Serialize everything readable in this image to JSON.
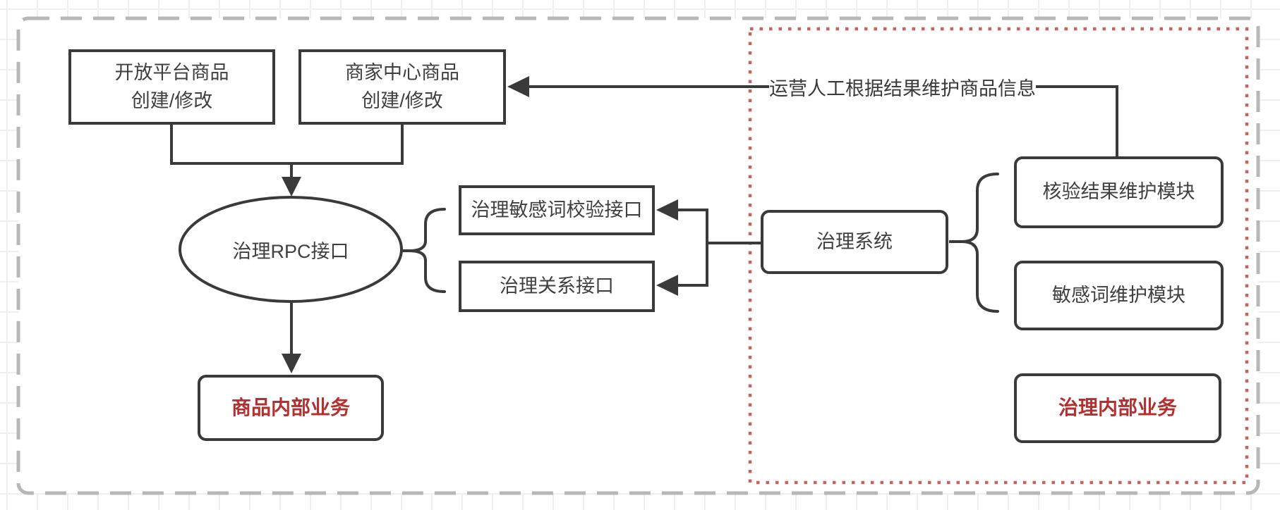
{
  "diagram": {
    "nodes": {
      "open_platform": {
        "label": "开放平台商品\n创建/修改"
      },
      "merchant_center": {
        "label": "商家中心商品\n创建/修改"
      },
      "rpc_ellipse": {
        "label": "治理RPC接口"
      },
      "sensitive_api": {
        "label": "治理敏感词校验接口"
      },
      "relation_api": {
        "label": "治理关系接口"
      },
      "governance_system": {
        "label": "治理系统"
      },
      "verify_module": {
        "label": "核验结果维护模块"
      },
      "sensitive_module": {
        "label": "敏感词维护模块"
      },
      "governance_internal": {
        "label": "治理内部业务"
      },
      "product_internal": {
        "label": "商品内部业务"
      }
    },
    "annotations": {
      "operator_note": "运营人工根据结果维护商品信息"
    },
    "colors": {
      "line": "#3a3a3a",
      "red_text": "#b23030",
      "red_zone_border": "#c9615c",
      "outer_dashed_border": "#b7b7b7",
      "grid_line": "#efefef"
    }
  }
}
